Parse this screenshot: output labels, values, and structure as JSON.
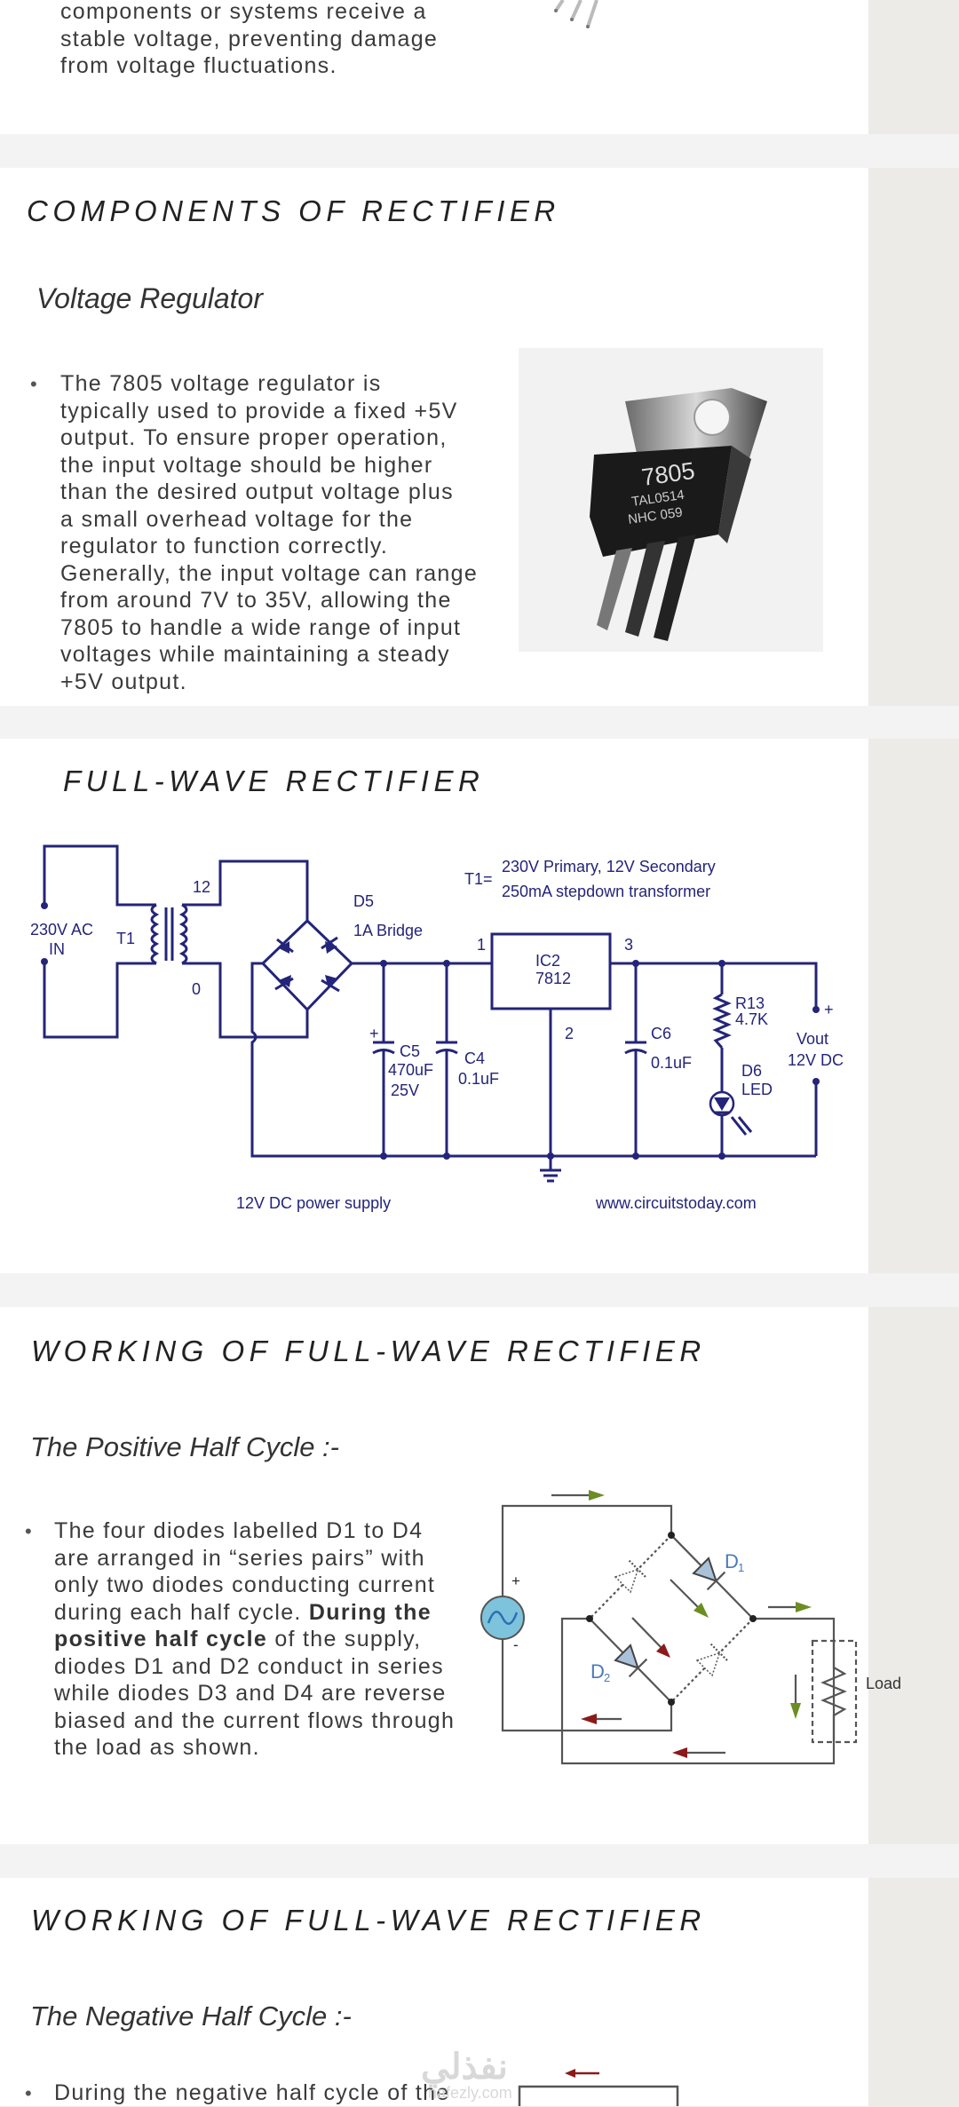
{
  "intro": {
    "lines": [
      "components or systems receive a",
      "stable voltage, preventing damage",
      "from voltage fluctuations."
    ]
  },
  "components": {
    "heading": "COMPONENTS OF RECTIFIER",
    "subheading": "Voltage Regulator",
    "bullet_lines": [
      "The 7805 voltage regulator is",
      "typically used to provide a fixed +5V",
      "output. To ensure proper operation,",
      "the input voltage should be higher",
      "than the desired output voltage plus",
      "a small overhead voltage for the",
      "regulator to function correctly.",
      "Generally, the input voltage can range",
      "from around 7V to 35V, allowing the",
      "7805 to handle a wide range of input",
      "voltages while maintaining a steady",
      "+5V output."
    ],
    "image": {
      "marking": "7805",
      "line2": "TAL0514",
      "line3": "NHC 059"
    }
  },
  "full_wave": {
    "heading": "FULL-WAVE RECTIFIER",
    "schematic": {
      "ac_label": "230V AC",
      "ac_in": "IN",
      "t1": "T1",
      "tap_12": "12",
      "tap_0": "0",
      "d5": "D5",
      "bridge": "1A Bridge",
      "t1_eq": "T1=",
      "t1_desc1": "230V Primary, 12V Secondary",
      "t1_desc2": "250mA stepdown transformer",
      "ic_name": "IC2",
      "ic_part": "7812",
      "pin1": "1",
      "pin2": "2",
      "pin3": "3",
      "c5": "C5",
      "c5_val": "470uF",
      "c5_v": "25V",
      "c4": "C4",
      "c4_val": "0.1uF",
      "c6": "C6",
      "c6_val": "0.1uF",
      "r13": "R13",
      "r13_val": "4.7K",
      "d6": "D6",
      "d6_type": "LED",
      "plus": "+",
      "vout": "Vout",
      "vout_val": "12V DC",
      "caption": "12V DC power supply",
      "source": "www.circuitstoday.com"
    }
  },
  "working_pos": {
    "heading": "WORKING OF FULL-WAVE RECTIFIER",
    "subheading": "The Positive Half Cycle :-",
    "lines": [
      {
        "pre": "The four diodes labelled D1 to D4",
        "bold": "",
        "post": ""
      },
      {
        "pre": "are arranged in “series pairs” with",
        "bold": "",
        "post": ""
      },
      {
        "pre": "only two diodes conducting current",
        "bold": "",
        "post": ""
      },
      {
        "pre": "during each half cycle. ",
        "bold": "During the",
        "post": ""
      },
      {
        "pre": "",
        "bold": "positive half cycle",
        "post": " of the supply,"
      },
      {
        "pre": "diodes D1 and D2 conduct in series",
        "bold": "",
        "post": ""
      },
      {
        "pre": "while diodes D3 and D4 are reverse",
        "bold": "",
        "post": ""
      },
      {
        "pre": "biased and the current flows through",
        "bold": "",
        "post": ""
      },
      {
        "pre": "the load as shown.",
        "bold": "",
        "post": ""
      }
    ],
    "diagram": {
      "d1": "D",
      "d1_sub": "1",
      "d2": "D",
      "d2_sub": "2",
      "plus": "+",
      "minus": "-",
      "load": "Load",
      "colors": {
        "forward": "#6b8e23",
        "return": "#8b1a1a",
        "diode": "#a9c1d9",
        "source": "#7ec3dc"
      }
    }
  },
  "working_neg": {
    "heading": "WORKING OF FULL-WAVE RECTIFIER",
    "subheading": "The Negative Half Cycle :-",
    "line": "During the negative half cycle of the"
  },
  "watermark": {
    "arabic": "نفذلي",
    "latin": "nafezly.com"
  }
}
